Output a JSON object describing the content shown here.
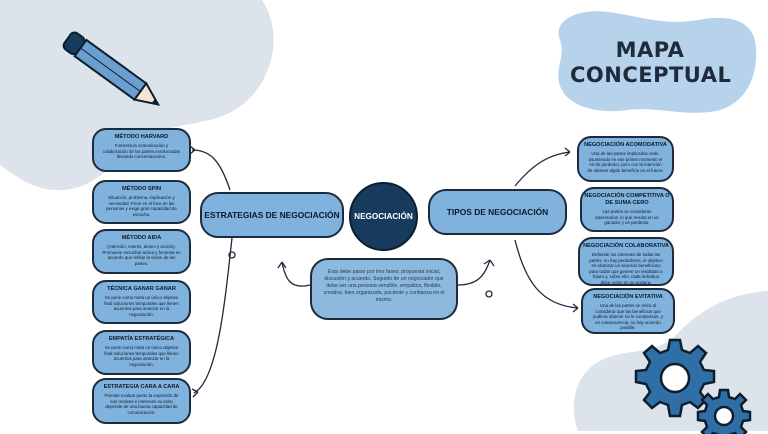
{
  "title": {
    "line1": "MAPA",
    "line2": "CONCEPTUAL"
  },
  "center": {
    "label": "NEGOCIACIÓN"
  },
  "left_branch": {
    "label": "ESTRATEGIAS DE NEGOCIACIÓN"
  },
  "right_branch": {
    "label": "TIPOS DE NEGOCIACIÓN"
  },
  "note": {
    "text": "Esta debe pasar por tres fases: propuesta inicial, discusión y acuerdo. Seguido de un negociador que debe ser una persona sensible, empática, flexible, creativa, bien organizada, paciente y confianza en el mismo."
  },
  "strategies": [
    {
      "title": "MÉTODO HARVARD",
      "body": "Fomenta la comunicación y colaboración de las partes involucradas llevando conversaciones."
    },
    {
      "title": "MÉTODO SPIN",
      "body": "Situación, problema, implicación y necesidad. Pone en el foco en las personas y exige gran capacidad de escucha."
    },
    {
      "title": "MÉTODO AIDA",
      "body": "(Atención, interés, deseo y acción). Promueve escuchar activa y fomenta en acuerdo que refleje la visión de las partes."
    },
    {
      "title": "TÉCNICA GANAR GANAR",
      "body": "Se pone como meta un único objetivo final soluciones temporales que llenen acuerdos para avanzar en la negociación."
    },
    {
      "title": "EMPATÍA ESTRATÉGICA",
      "body": "Se pone como meta un único objetivo final soluciones temporales que llenen acuerdos para avanzar en la negociación."
    },
    {
      "title": "ESTRATEGIA CARA A CARA",
      "body": "Permite evaluar punto la expresión de sus motivos e intereses su éxito depende de una buena capacidad de comunicación."
    }
  ],
  "types": [
    {
      "title": "NEGOCIACIÓN ACOMODATIVA",
      "body": "Una de las partes implicadas cede, asumiendo en ese primer momento el rol de perdedor, pero con la intención de obtener algún beneficio en el futuro."
    },
    {
      "title": "NEGOCIACIÓN COMPETITIVA O DE SUMA CERO",
      "body": "Las partes se consideran adversarios, lo que resulta en un ganador y un perdedor."
    },
    {
      "title": "NEGOCIACIÓN COLABORATIVA",
      "body": "Defiende los intereses de todas las partes, no hay perdedores, el objetivo es alcanzar un acuerdo beneficioso para todas que genere un resultado a futuro y, sobre ello, cada individuo debe ceder en su postura."
    },
    {
      "title": "NEGOCIACIÓN EVITATIVA",
      "body": "Una de las partes se retira al considerar que las beneficios que pudiera obtener no le compensan, y en consecuencia, no hay acuerdo posible."
    }
  ],
  "colors": {
    "accent": "#7fb2dd",
    "dark": "#163b5d",
    "blob": "#dce3ea",
    "title_blob": "#b7d3ec"
  },
  "icons": [
    "pencil-icon",
    "gears-icon"
  ]
}
